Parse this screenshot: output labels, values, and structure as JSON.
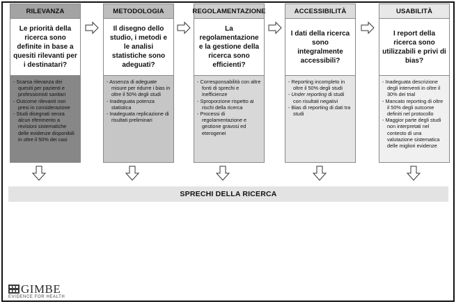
{
  "columns": [
    {
      "header": "RILEVANZA",
      "header_bg": "#a3a3a3",
      "list_bg": "#878787",
      "question": "Le priorità della ricerca sono definite in base a quesiti rilevanti per i destinatari?",
      "items": [
        {
          "text": "Scarsa rilevanza dei quesiti per pazienti e professionisti sanitari"
        },
        {
          "text": "Outcome rilevanti non presi in considerazione"
        },
        {
          "text": "Studi disegnati senza alcun riferimento a revisioni sistematiche delle evidenze disponibili in oltre il 50% dei casi"
        }
      ]
    },
    {
      "header": "METODOLOGIA",
      "header_bg": "#bdbdbd",
      "list_bg": "#c6c6c6",
      "question": "Il disegno dello studio, i metodi e le analisi statistiche sono adeguati?",
      "items": [
        {
          "text": "Assenza di adeguate misure per ridurre i bias in oltre il 50% degli studi"
        },
        {
          "text": "Inadeguata potenza statistica"
        },
        {
          "text": "Inadeguata replicazione di risultati preliminari"
        }
      ]
    },
    {
      "header": "REGOLAMENTAZIONE",
      "header_bg": "#cfcfcf",
      "list_bg": "#d8d8d8",
      "question": "La regolamentazione e la gestione della ricerca sono efficienti?",
      "items": [
        {
          "text": "Corresponsabilità con altre fonti di sprechi e inefficienze"
        },
        {
          "text": "Sproporzione rispetto ai rischi della ricerca"
        },
        {
          "text": "Processi di regolamentazione e gestione gravosi ed eterogenei"
        }
      ]
    },
    {
      "header": "ACCESSIBILITÀ",
      "header_bg": "#dcdcdc",
      "list_bg": "#e6e6e6",
      "question": "I dati della ricerca sono integralmente accessibili?",
      "items": [
        {
          "text": "Reporting incompleto in oltre il 50% degli studi"
        },
        {
          "text_italic": "Under reporting",
          "text": " di studi con risultati negativi"
        },
        {
          "text": "Bias di reporting di dati tra studi"
        }
      ]
    },
    {
      "header": "USABILITÀ",
      "header_bg": "#e8e8e8",
      "list_bg": "#f0f0f0",
      "question": "I report della ricerca sono utilizzabili e privi di bias?",
      "items": [
        {
          "text": "Inadeguata descrizione degli interventi in oltre il 30% dei trial"
        },
        {
          "text": "Mancato reporting di oltre il 50% degli outcome definiti nel protocollo"
        },
        {
          "text": "Maggior parte degli studi non interpretati nel contesto di una valutazione sistematica delle migliori evidenze"
        }
      ]
    }
  ],
  "banner": "SPRECHI DELLA RICERCA",
  "logo": {
    "name": "GIMBE",
    "tagline": "EVIDENCE FOR HEALTH"
  }
}
